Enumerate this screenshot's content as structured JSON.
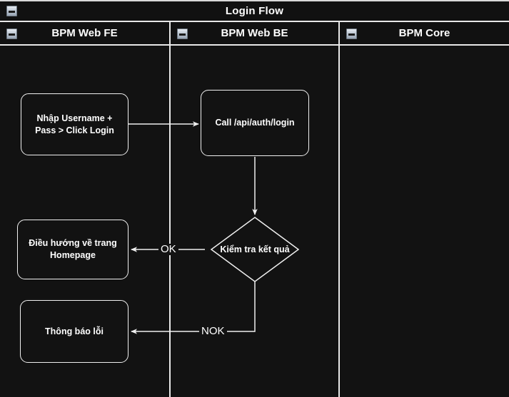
{
  "diagram": {
    "title": "Login Flow",
    "collapse_icon": "minus-box-icon",
    "lanes": [
      {
        "id": "fe",
        "label": "BPM Web FE"
      },
      {
        "id": "be",
        "label": "BPM Web BE"
      },
      {
        "id": "core",
        "label": "BPM Core"
      }
    ],
    "nodes": [
      {
        "id": "n1",
        "lane": "fe",
        "type": "task",
        "label": "Nhập Username +\nPass > Click Login"
      },
      {
        "id": "n2",
        "lane": "be",
        "type": "task",
        "label": "Call /api/auth/login"
      },
      {
        "id": "n3",
        "lane": "be",
        "type": "decision",
        "label": "Kiểm tra kết quả"
      },
      {
        "id": "n4",
        "lane": "fe",
        "type": "task",
        "label": "Điều hướng về trang\nHomepage"
      },
      {
        "id": "n5",
        "lane": "fe",
        "type": "task",
        "label": "Thông báo lỗi"
      }
    ],
    "edges": [
      {
        "id": "e1",
        "from": "n1",
        "to": "n2",
        "label": ""
      },
      {
        "id": "e2",
        "from": "n2",
        "to": "n3",
        "label": ""
      },
      {
        "id": "e3",
        "from": "n3",
        "to": "n4",
        "label": "OK"
      },
      {
        "id": "e4",
        "from": "n3",
        "to": "n5",
        "label": "NOK"
      }
    ],
    "colors": {
      "background": "#121212",
      "stroke": "#f0f0f0",
      "text": "#ffffff",
      "lane_border": "#e8e8e8",
      "button_face": "#b9c3cf"
    }
  }
}
